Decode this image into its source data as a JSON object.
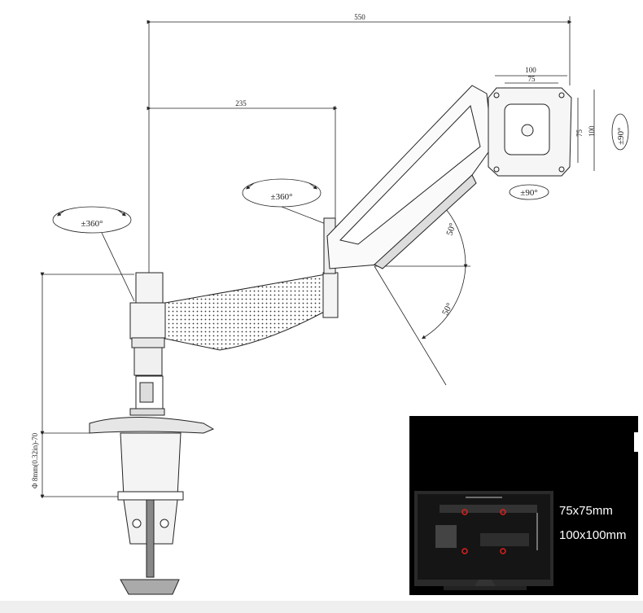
{
  "dimensions": {
    "reach": "550",
    "base_offset": "235",
    "vesa_outer_w": "100",
    "vesa_inner_w": "75",
    "vesa_inner_h": "75",
    "vesa_outer_h": "100",
    "clamp_range": "Φ 8mm(0.32in)-70"
  },
  "rotations": {
    "base_swivel": "±360°",
    "arm_swivel": "±360°",
    "tilt_up": "50°",
    "tilt_down": "50°",
    "screen_rotate": "±90°",
    "screen_tilt": "±90°"
  },
  "inset": {
    "vesa_small": "75x75mm",
    "vesa_large": "100x100mm"
  },
  "colors": {
    "line": "#222222",
    "inset_bg": "#000000",
    "marker": "#e0201c"
  }
}
